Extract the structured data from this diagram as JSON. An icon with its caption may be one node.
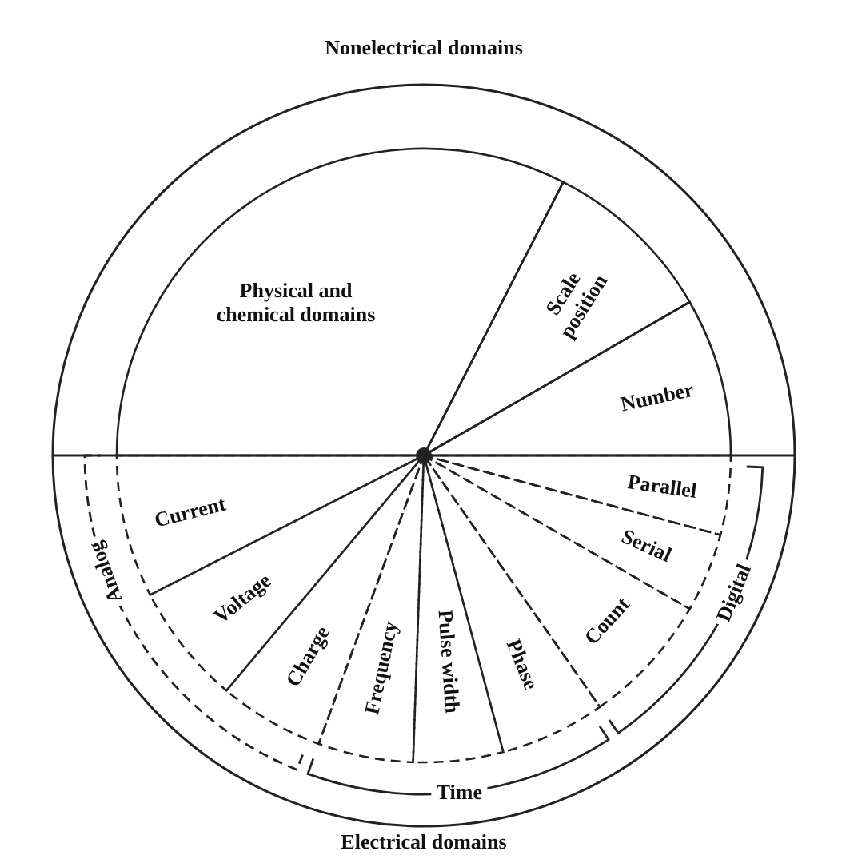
{
  "diagram": {
    "nodes": [
      {
        "text": [
          "Physical and chemical domains"
        ]
      },
      {
        "text": [
          "Scale position"
        ]
      },
      {
        "text": [
          "Number"
        ]
      },
      {
        "text": [
          "Parallel"
        ]
      },
      {
        "text": [
          "Serial"
        ]
      },
      {
        "text": [
          "Count"
        ]
      },
      {
        "text": [
          "Phase"
        ]
      },
      {
        "text": [
          "Pulse width"
        ]
      },
      {
        "text": [
          "Frequency"
        ]
      },
      {
        "text": [
          "Charge"
        ]
      },
      {
        "text": [
          "Voltage"
        ]
      },
      {
        "text": [
          "Current"
        ]
      }
    ],
    "labels": [
      "Nonelectrical domains",
      "Digital",
      "Time",
      "Analog",
      "Electrical domains"
    ]
  }
}
